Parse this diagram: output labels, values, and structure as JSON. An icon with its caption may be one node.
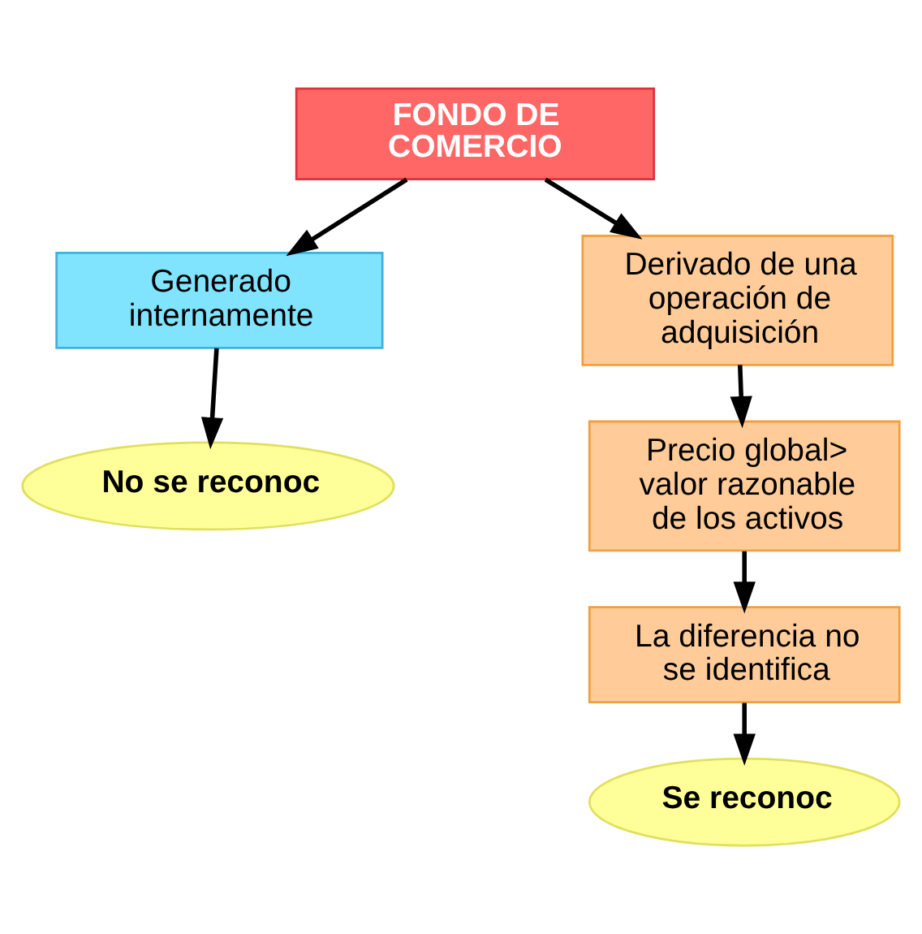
{
  "diagram": {
    "nodes": [
      {
        "text": [
          "FONDO DE COMERCIO"
        ]
      },
      {
        "text": [
          "Generado internamente"
        ]
      },
      {
        "text": [
          "No se reconoc"
        ]
      },
      {
        "text": [
          "Derivado de una operación de adquisición"
        ]
      },
      {
        "text": [
          "Precio global> valor razonable de los activos"
        ]
      },
      {
        "text": [
          "La diferencia no se identifica"
        ]
      },
      {
        "text": [
          "Se reconoc"
        ]
      }
    ],
    "edges": [
      {
        "from": 0,
        "to": 1,
        "arrow": "to"
      },
      {
        "from": 0,
        "to": 3,
        "arrow": "to"
      },
      {
        "from": 1,
        "to": 2,
        "arrow": "to"
      },
      {
        "from": 3,
        "to": 4,
        "arrow": "to"
      },
      {
        "from": 4,
        "to": 5,
        "arrow": "to"
      },
      {
        "from": 5,
        "to": 6,
        "arrow": "to"
      }
    ]
  }
}
